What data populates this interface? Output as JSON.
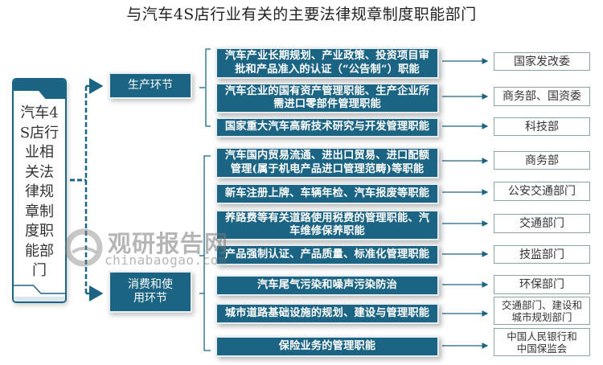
{
  "title": "与汽车4S店行业有关的主要法律规章制度职能部门",
  "root": {
    "label": "汽车4S店行业相关法律规章制度职能部门"
  },
  "stages": [
    {
      "label": "生产环节"
    },
    {
      "label": "消费和使用环节"
    }
  ],
  "functions": [
    {
      "label": "汽车产业长期规划、产业政策、投资项目审批和产品准入的认证（“公告制”）职能",
      "stage": 0,
      "department": "国家发改委"
    },
    {
      "label": "汽车企业的国有资产管理职能、生产企业所需进口零部件管理职能",
      "stage": 0,
      "department": "商务部、国资委"
    },
    {
      "label": "国家重大汽车高新技术研究与开发管理职能",
      "stage": 0,
      "department": "科技部"
    },
    {
      "label": "汽车国内贸易流通、进出口贸易、进口配额管理(属于机电产品进口管理范畴)等职能",
      "stage": 1,
      "department": "商务部"
    },
    {
      "label": "新车注册上牌、车辆年检、汽车报废等职能",
      "stage": 1,
      "department": "公安交通部门"
    },
    {
      "label": "养路费等有关道路使用税费的管理职能、汽车维修保养职能",
      "stage": 1,
      "department": "交通部门"
    },
    {
      "label": "产品强制认证、产品质量、标准化管理职能",
      "stage": 1,
      "department": "技监部门"
    },
    {
      "label": "汽车尾气污染和噪声污染防治",
      "stage": 1,
      "department": "环保部门"
    },
    {
      "label": "城市道路基础设施的规划、建设与管理职能",
      "stage": 1,
      "department": "交通部门、建设和城市规划部门"
    },
    {
      "label": "保险业务的管理职能",
      "stage": 1,
      "department": "中国人民银行和中国保监会"
    }
  ],
  "watermark": {
    "cn": "观研报告网",
    "en": "chinabaogao.com"
  },
  "colors": {
    "primary": "#1c6483",
    "dept_border": "#8aa3b0",
    "text": "#333333"
  }
}
